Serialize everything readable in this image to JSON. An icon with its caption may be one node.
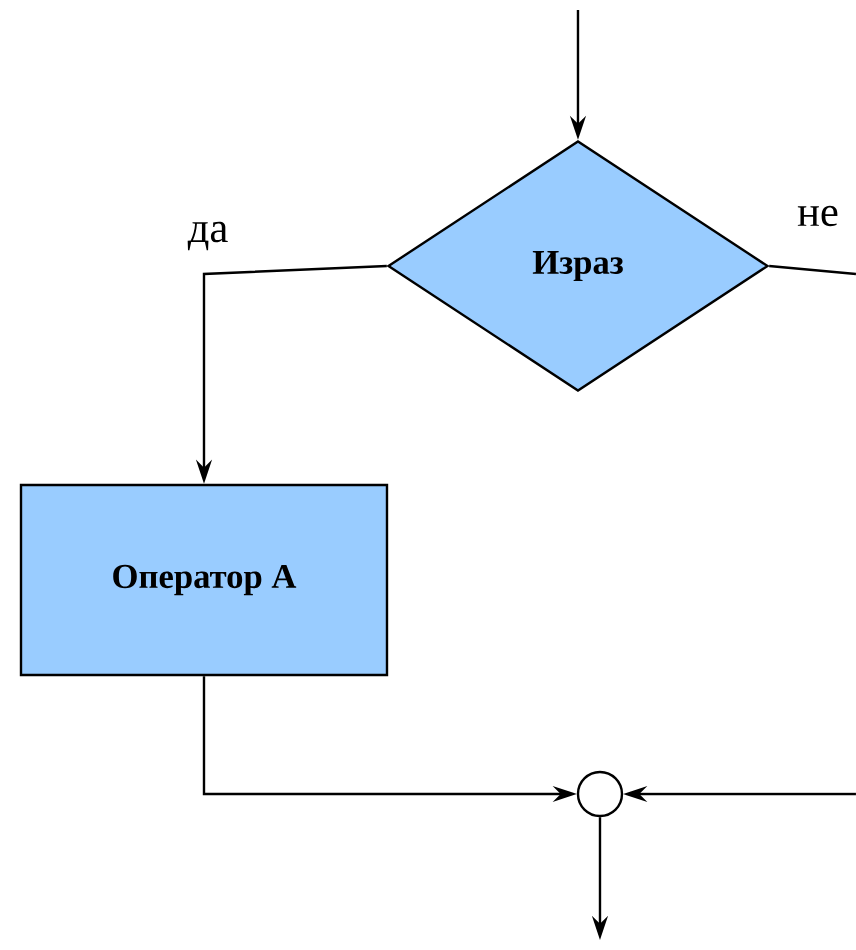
{
  "diagram": {
    "nodes": [
      {
        "text": [
          "Израз"
        ]
      },
      {
        "text": [
          "Оператор А"
        ]
      },
      {
        "text": [],
        "shape": "circle"
      }
    ],
    "edges": [
      {
        "from": null,
        "to": 0,
        "arrow": "to"
      },
      {
        "from": 0,
        "to": 1,
        "arrow": "to",
        "label": "да"
      },
      {
        "from": 0,
        "to": null,
        "arrow": "none",
        "label": "не"
      },
      {
        "from": 1,
        "to": 2,
        "arrow": "to"
      },
      {
        "from": null,
        "to": 2,
        "arrow": "to"
      },
      {
        "from": 2,
        "to": null,
        "arrow": "to"
      }
    ]
  }
}
